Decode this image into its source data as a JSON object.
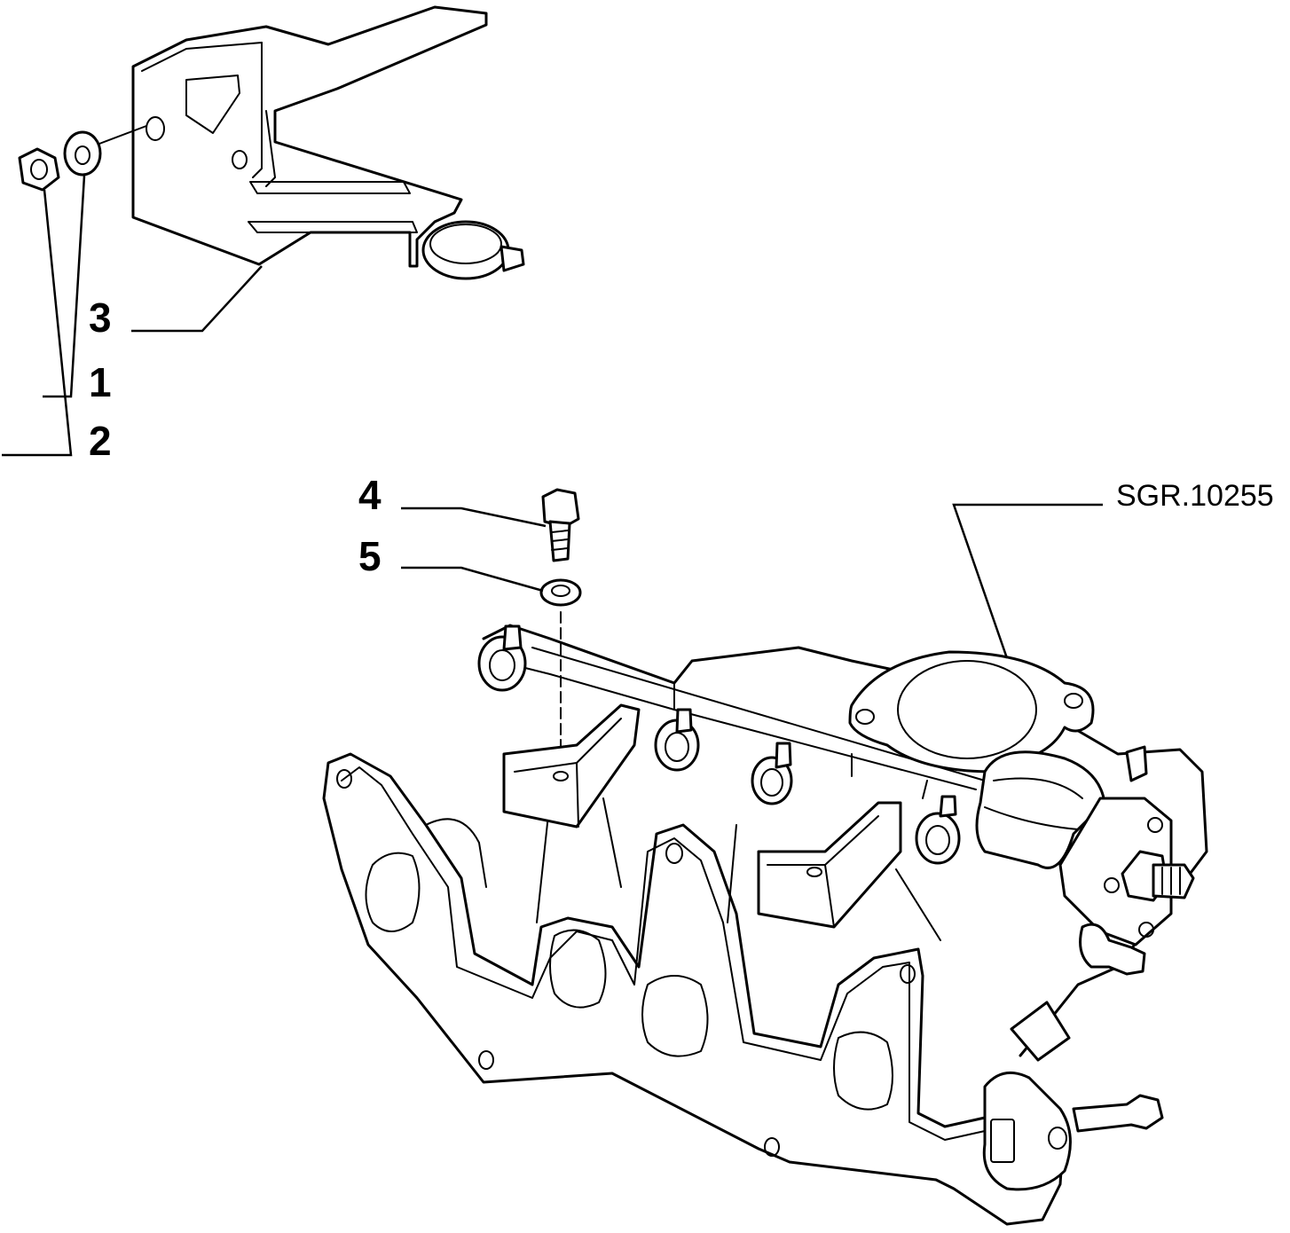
{
  "callouts": {
    "c1": "1",
    "c2": "2",
    "c3": "3",
    "c4": "4",
    "c5": "5"
  },
  "reference": "SGR.10255"
}
